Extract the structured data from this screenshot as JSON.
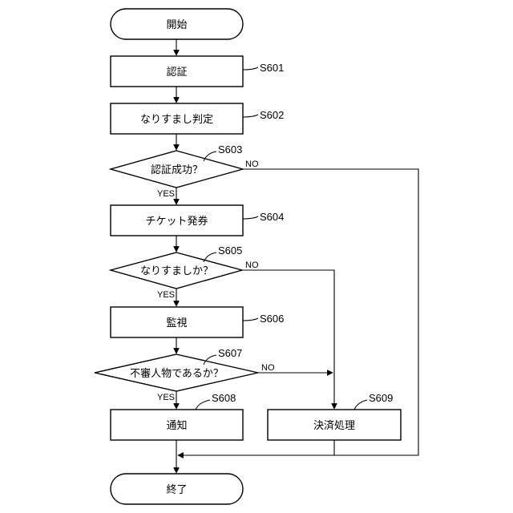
{
  "nodes": {
    "start": "開始",
    "auth": "認証",
    "spoof_judge": "なりすまし判定",
    "auth_ok": "認証成功？",
    "ticket": "チケット発券",
    "is_spoof": "なりすましか？",
    "monitor": "監視",
    "suspicious": "不審人物であるか？",
    "notify": "通知",
    "payment": "決済処理",
    "end": "終了"
  },
  "steps": {
    "s601": "S601",
    "s602": "S602",
    "s603": "S603",
    "s604": "S604",
    "s605": "S605",
    "s606": "S606",
    "s607": "S607",
    "s608": "S608",
    "s609": "S609"
  },
  "branches": {
    "s603_yes": "YES",
    "s603_no": "NO",
    "s605_yes": "YES",
    "s605_no": "NO",
    "s607_yes": "YES",
    "s607_no": "NO"
  }
}
